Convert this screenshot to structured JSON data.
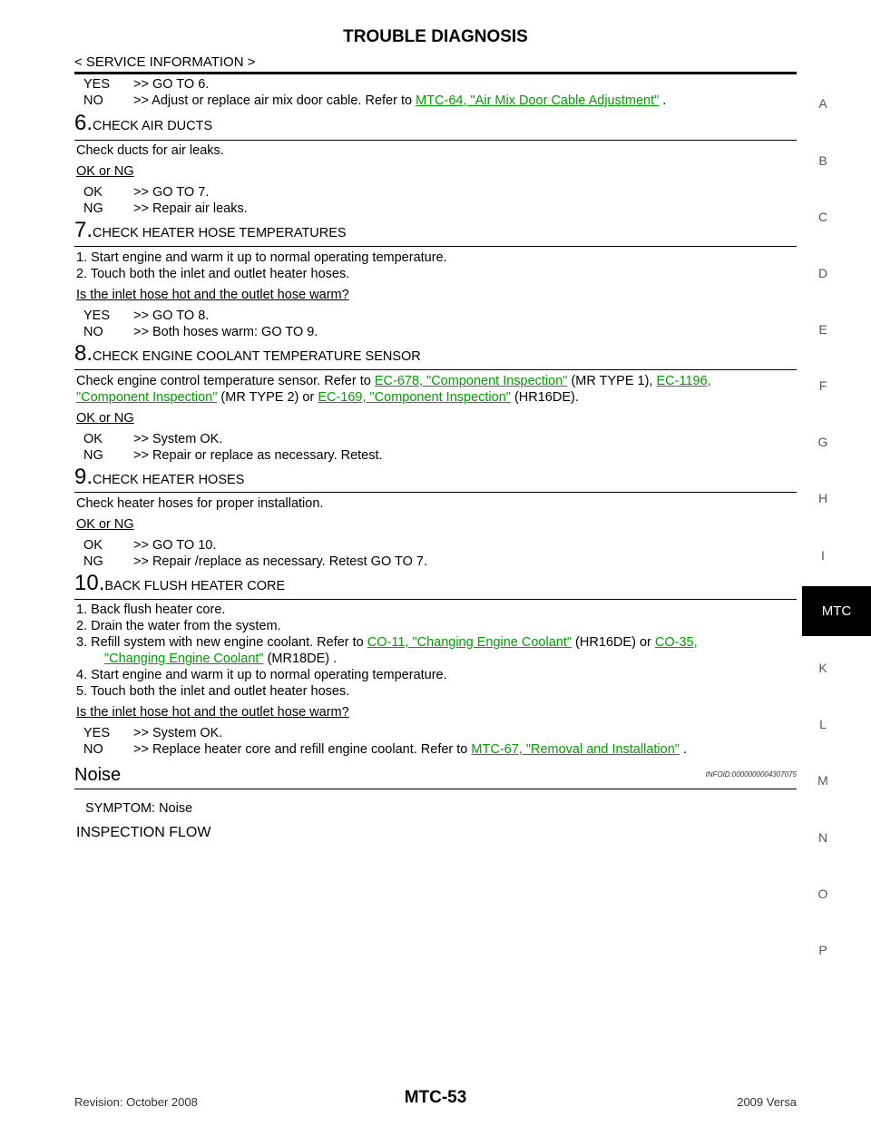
{
  "header": {
    "title": "TROUBLE DIAGNOSIS",
    "subtitle": "< SERVICE INFORMATION >"
  },
  "step5": {
    "yes_key": "YES",
    "yes_text": ">> GO TO 6.",
    "no_key": "NO",
    "no_pre": ">> Adjust or replace air mix door cable. Refer to ",
    "no_link": "MTC-64, \"Air Mix Door Cable Adjustment\"",
    "no_post": " ."
  },
  "step6": {
    "num": "6.",
    "label": "CHECK AIR DUCTS",
    "body": "Check ducts for air leaks.",
    "question": "OK or NG",
    "ok_key": "OK",
    "ok_text": ">> GO TO 7.",
    "ng_key": "NG",
    "ng_text": ">> Repair air leaks."
  },
  "step7": {
    "num": "7.",
    "label": "CHECK HEATER HOSE TEMPERATURES",
    "item1": "1. Start engine and warm it up to normal operating temperature.",
    "item2": "2. Touch both the inlet and outlet heater hoses.",
    "question": "Is the inlet hose hot and the outlet hose warm?",
    "yes_key": "YES",
    "yes_text": ">> GO TO 8.",
    "no_key": "NO",
    "no_text": ">> Both hoses warm: GO TO 9."
  },
  "step8": {
    "num": "8.",
    "label": "CHECK ENGINE COOLANT TEMPERATURE SENSOR",
    "body_pre": "Check engine control temperature sensor. Refer to ",
    "link1": "EC-678, \"Component Inspection\"",
    "mid1": " (MR TYPE 1), ",
    "link2a": "EC-1196,",
    "link2b": "\"Component Inspection\"",
    "mid2": " (MR TYPE 2) or ",
    "link3": "EC-169, \"Component Inspection\"",
    "post": " (HR16DE).",
    "question": "OK or NG",
    "ok_key": "OK",
    "ok_text": ">> System OK.",
    "ng_key": "NG",
    "ng_text": ">> Repair or replace as necessary. Retest."
  },
  "step9": {
    "num": "9.",
    "label": "CHECK HEATER HOSES",
    "body": "Check heater hoses for proper installation.",
    "question": "OK or NG",
    "ok_key": "OK",
    "ok_text": ">> GO TO 10.",
    "ng_key": "NG",
    "ng_text": ">> Repair /replace as necessary. Retest GO TO 7."
  },
  "step10": {
    "num": "10.",
    "label": "BACK FLUSH HEATER CORE",
    "item1": "1. Back flush heater core.",
    "item2": "2. Drain the water from the system.",
    "item3_pre": "3. Refill system with new engine coolant. Refer to ",
    "item3_link1": "CO-11, \"Changing Engine Coolant\"",
    "item3_mid": " (HR16DE) or ",
    "item3_link2a": "CO-35,",
    "item3_link2b": "\"Changing Engine Coolant\"",
    "item3_post": " (MR18DE) .",
    "item4": "4. Start engine and warm it up to normal operating temperature.",
    "item5": "5. Touch both the inlet and outlet heater hoses.",
    "question": "Is the inlet hose hot and the outlet hose warm?",
    "yes_key": "YES",
    "yes_text": ">> System OK.",
    "no_key": "NO",
    "no_pre": ">> Replace heater core and refill engine coolant. Refer to ",
    "no_link": "MTC-67, \"Removal and Installation\"",
    "no_post": " ."
  },
  "noise": {
    "title": "Noise",
    "infoid": "INFOID:0000000004307075",
    "symptom": "SYMPTOM: Noise",
    "flow": "INSPECTION FLOW"
  },
  "side_index": {
    "letters": [
      "A",
      "B",
      "C",
      "D",
      "E",
      "F",
      "G",
      "H",
      "I"
    ],
    "active": "MTC",
    "letters_after": [
      "K",
      "L",
      "M",
      "N",
      "O",
      "P"
    ]
  },
  "footer": {
    "revision": "Revision: October 2008",
    "page": "MTC-53",
    "model": "2009 Versa"
  }
}
